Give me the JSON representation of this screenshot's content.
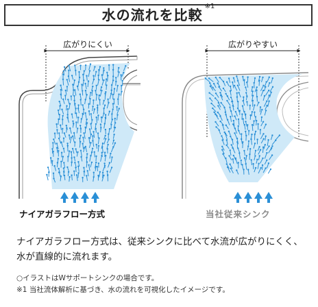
{
  "title": {
    "text": "水の流れを比較",
    "note_mark": "※1"
  },
  "left_panel": {
    "label": "広がりにくい",
    "caption": "ナイアガラフロー方式"
  },
  "right_panel": {
    "label": "広がりやすい",
    "caption": "当社従来シンク"
  },
  "description": "ナイアガラフロー方式は、従来シンクに比べて水流が広がりにくく、水が直線的に流れます。",
  "notes": {
    "illustration": "○イラストはWサポートシンクの場合です。",
    "note1": "※1 当社流体解析に基づき、水の流れを可視化したイメージです。"
  },
  "colors": {
    "flow_fill": "#cfe9f8",
    "flow_arrows": "#2a8fd6",
    "outline_dark": "#444444",
    "outline_gray": "#8a8a8a"
  }
}
